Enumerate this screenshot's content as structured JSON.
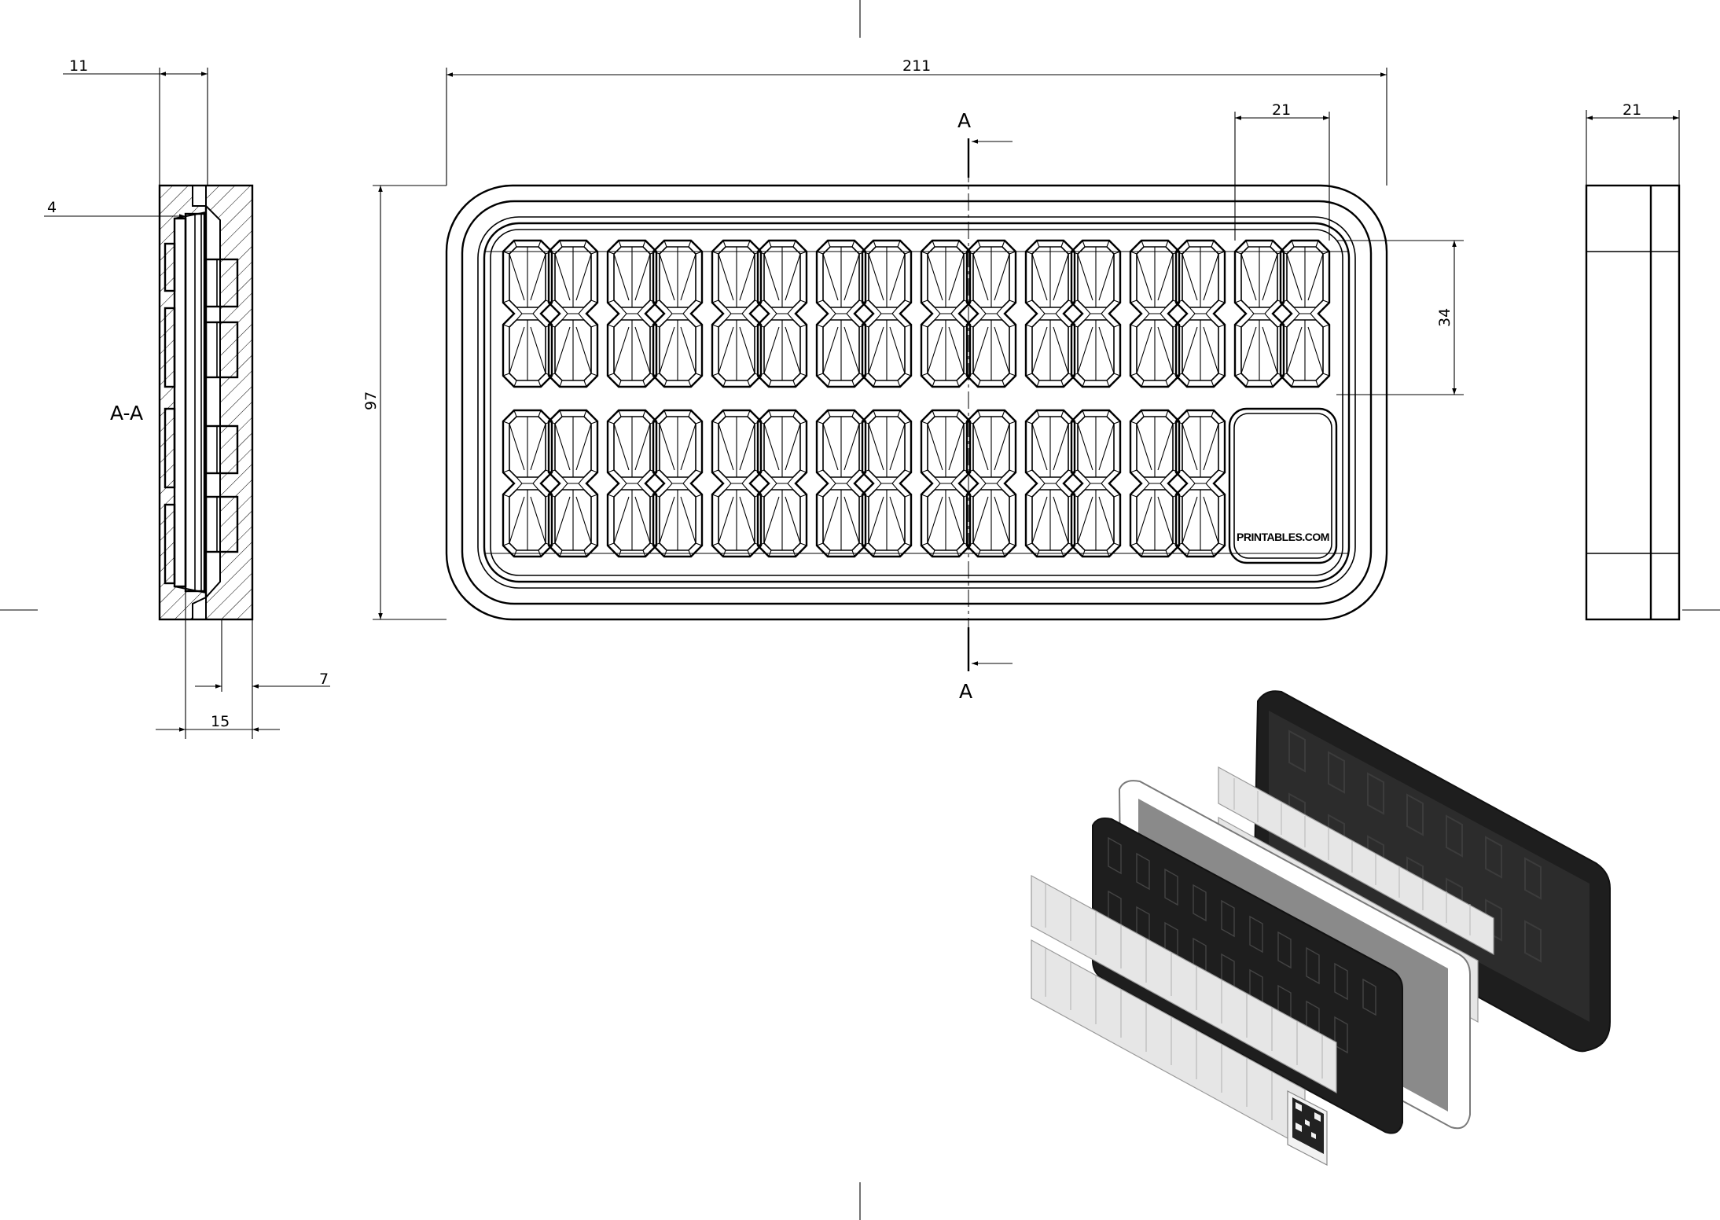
{
  "dimensions": {
    "side_thickness_top": "11",
    "side_offset": "4",
    "side_lip": "7",
    "side_depth": "15",
    "overall_width": "211",
    "digit_width": "21",
    "overall_height": "97",
    "digit_height": "34",
    "right_view_width": "21"
  },
  "section": {
    "marker_top": "A",
    "marker_bottom": "A",
    "view_label": "A-A"
  },
  "branding": {
    "logo_text": "PRINTABLES.COM"
  },
  "layout_info": {
    "digit_rows": 2,
    "digits_row1": 8,
    "digits_row2": 7
  },
  "colors": {
    "line": "#000000",
    "background": "#ffffff",
    "render_dark": "#1e1e1e",
    "render_light": "#e6e6e6",
    "render_mid": "#8a8a8a"
  }
}
